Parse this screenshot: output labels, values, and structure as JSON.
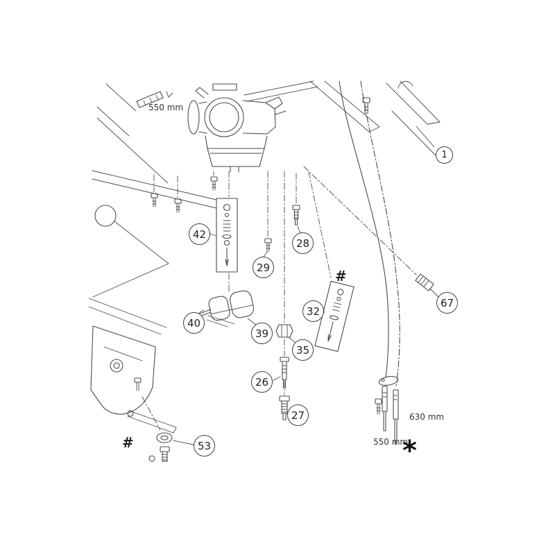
{
  "figure": {
    "kind": "exploded-parts-diagram",
    "subject": "carburetor assembly with jets, needle kits, floats and throttle cables",
    "background": "#ffffff",
    "line_color": "#4a4a4a",
    "text_color": "#222222"
  },
  "callouts": {
    "c42": "42",
    "c28": "28",
    "c29": "29",
    "c32": "32",
    "c67": "67",
    "c40": "40",
    "c39": "39",
    "c35": "35",
    "c26": "26",
    "c27": "27",
    "c53": "53",
    "c1": "1"
  },
  "measurements": {
    "top": "550 mm",
    "cable_long": "630 mm",
    "cable_short": "550 mm"
  },
  "symbols": {
    "hash_upper": "#",
    "hash_lower": "#",
    "asterisk": "*"
  }
}
